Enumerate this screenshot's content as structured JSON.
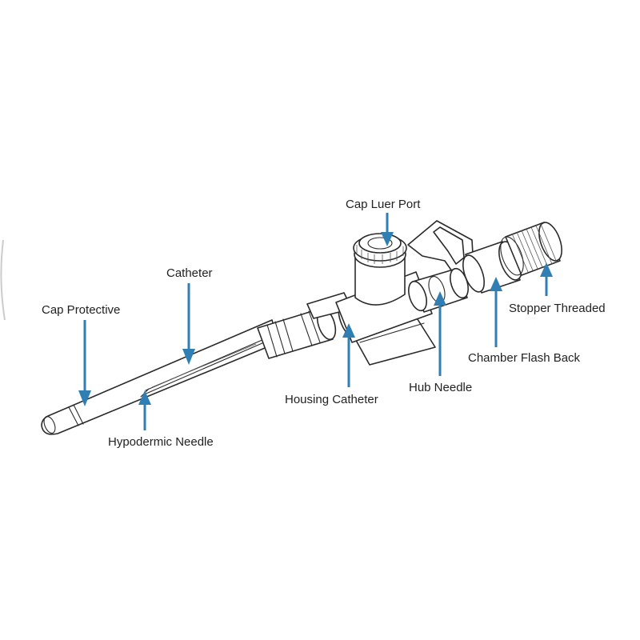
{
  "colors": {
    "arrow": "#2f7fb5",
    "line": "#2a2a2a",
    "background": "#ffffff"
  },
  "labels": {
    "cap_luer_port": "Cap Luer Port",
    "catheter": "Catheter",
    "cap_protective": "Cap Protective",
    "stopper_threaded": "Stopper Threaded",
    "chamber_flash_back": "Chamber Flash Back",
    "hub_needle": "Hub Needle",
    "housing_catheter": "Housing Catheter",
    "hypodermic_needle": "Hypodermic Needle"
  }
}
